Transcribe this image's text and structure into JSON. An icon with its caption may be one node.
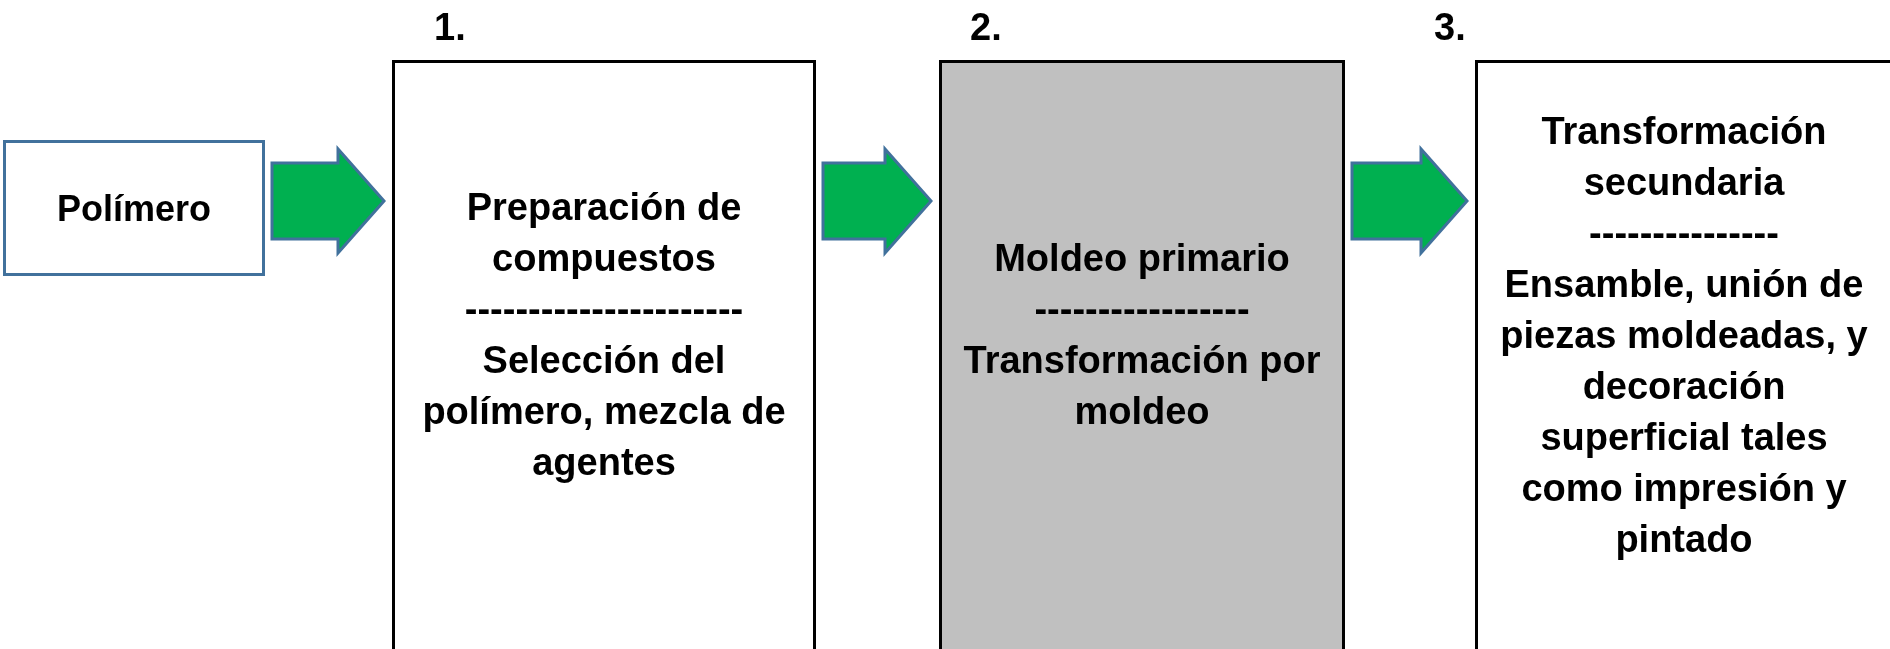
{
  "diagram": {
    "nodes": [
      {
        "text": [
          "Polímero"
        ]
      },
      {
        "text": [
          "Preparación de compuestos",
          "----------------------",
          "Selección del polímero, mezcla de agentes"
        ],
        "beside": [
          "1."
        ]
      },
      {
        "text": [
          "Moldeo primario",
          "-----------------",
          "Transformación por moldeo"
        ],
        "beside": [
          "2."
        ]
      },
      {
        "text": [
          "Transformación secundaria",
          "---------------",
          "Ensamble, unión de piezas moldeadas, y decoración superficial tales como impresión y pintado"
        ],
        "beside": [
          "3."
        ]
      }
    ],
    "edges": [
      {
        "from": 0,
        "to": 1,
        "arrow": "to"
      },
      {
        "from": 1,
        "to": 2,
        "arrow": "to"
      },
      {
        "from": 2,
        "to": 3,
        "arrow": "to"
      }
    ]
  }
}
